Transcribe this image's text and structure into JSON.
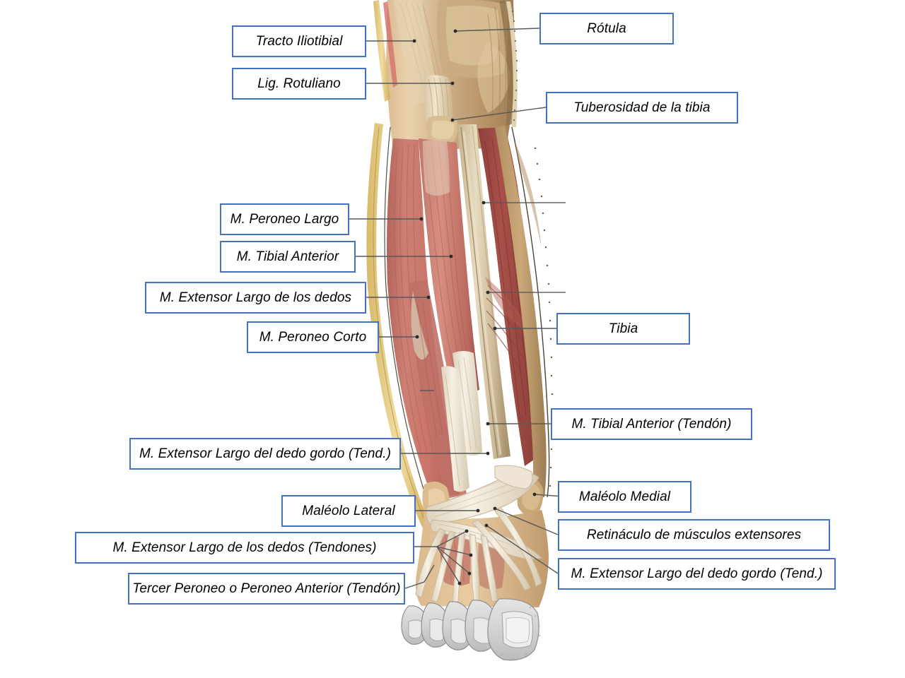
{
  "figure": {
    "subject": "Anterior compartment of the right leg and dorsum of the foot",
    "style": "anatomical-illustration-with-callout-labels",
    "accent_color": "#4472C4",
    "leader_color": "#595959",
    "background": "#ffffff"
  },
  "labels_left": [
    {
      "id": "tracto-iliotibial",
      "text": "Tracto Iliotibial"
    },
    {
      "id": "lig-rotuliano",
      "text": "Lig. Rotuliano"
    },
    {
      "id": "m-peroneo-largo",
      "text": "M. Peroneo Largo"
    },
    {
      "id": "m-tibial-anterior",
      "text": "M. Tibial Anterior"
    },
    {
      "id": "m-extensor-largo-dedos",
      "text": "M. Extensor Largo de los dedos"
    },
    {
      "id": "m-peroneo-corto",
      "text": "M. Peroneo Corto"
    },
    {
      "id": "m-ext-largo-dedo-gordo-tend",
      "text": "M. Extensor Largo del dedo gordo (Tend.)"
    },
    {
      "id": "maleolo-lateral",
      "text": "Maléolo Lateral"
    },
    {
      "id": "m-ext-largo-dedos-tendones",
      "text": "M. Extensor Largo de los dedos (Tendones)"
    },
    {
      "id": "tercer-peroneo",
      "text": "Tercer Peroneo o Peroneo Anterior (Tendón)"
    }
  ],
  "labels_right": [
    {
      "id": "rotula",
      "text": "Rótula"
    },
    {
      "id": "tuberosidad-tibia",
      "text": "Tuberosidad de la tibia"
    },
    {
      "id": "tibia",
      "text": "Tibia"
    },
    {
      "id": "m-tibial-anterior-tendon",
      "text": "M. Tibial Anterior (Tendón)"
    },
    {
      "id": "maleolo-medial",
      "text": "Maléolo Medial"
    },
    {
      "id": "retinaculo-extensores",
      "text": "Retináculo de músculos extensores"
    },
    {
      "id": "m-ext-largo-dedo-gordo-tend-r",
      "text": "M. Extensor Largo del dedo gordo (Tend.)"
    }
  ],
  "palette": {
    "skin_light": "#e8c9a0",
    "skin_mid": "#d9b183",
    "fascia_yellow": "#e5c878",
    "muscle_red": "#c9756b",
    "muscle_red_dark": "#9e4f49",
    "muscle_pink": "#d98d80",
    "tendon_white": "#f3ece0",
    "bone_cream": "#ded0b4",
    "bone_tan": "#b99a6e",
    "toe_grey": "#d7d7d7",
    "outline": "#4a3b2a"
  }
}
